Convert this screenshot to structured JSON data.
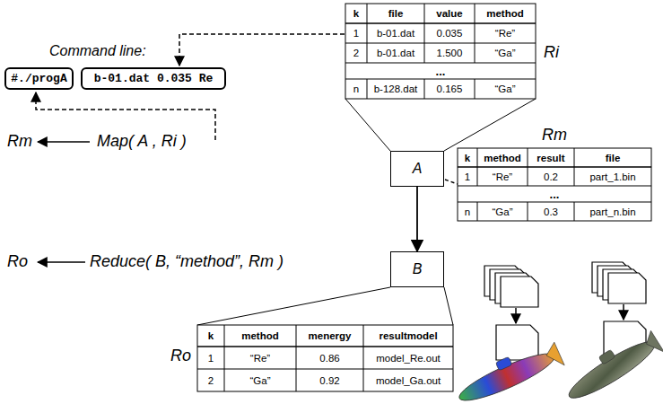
{
  "diagram": {
    "nodes": [
      {
        "text": [
          "#./progA"
        ]
      },
      {
        "text": [
          "b-01.dat 0.035 Re"
        ]
      },
      {
        "text": [
          "A"
        ]
      },
      {
        "text": [
          "B"
        ]
      }
    ],
    "edges": [
      {
        "from": 2,
        "to": 3,
        "arrow": "to"
      }
    ],
    "labels": [
      "Command line:",
      "k",
      "file",
      "value",
      "method",
      "1",
      "b-01.dat",
      "0.035",
      "“Re”",
      "2",
      "b-01.dat",
      "1.500",
      "“Ga”",
      "...",
      "n",
      "b-128.dat",
      "0.165",
      "“Ga”",
      "Ri",
      "Rm",
      "k",
      "method",
      "result",
      "file",
      "1",
      "“Re”",
      "0.2",
      "part_1.bin",
      "...",
      "n",
      "“Ga”",
      "0.3",
      "part_n.bin",
      "Rm",
      "Map( A , Ri )",
      "Ro",
      "Reduce( B, “method”, Rm )",
      "Ro",
      "k",
      "method",
      "menergy",
      "resultmodel",
      "1",
      "“Re”",
      "0.86",
      "model_Re.out",
      "2",
      "“Ga”",
      "0.92",
      "model_Ga.out"
    ]
  }
}
